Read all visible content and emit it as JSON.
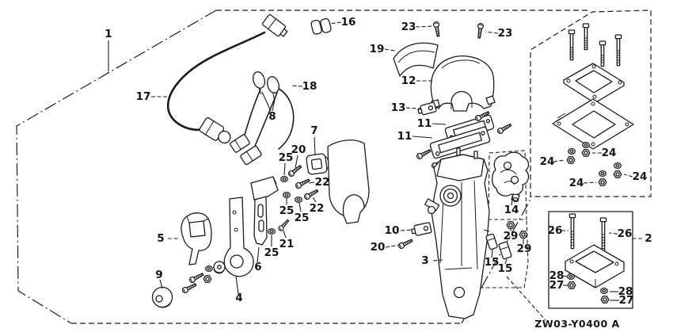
{
  "diagram": {
    "drawing_code": "ZW03-Y0400 A",
    "colors": {
      "line": "#1c1c1c",
      "background": "#ffffff"
    },
    "callouts": [
      {
        "id": "1",
        "text": "1"
      },
      {
        "id": "16",
        "text": "16"
      },
      {
        "id": "23-a",
        "text": "23"
      },
      {
        "id": "23-b",
        "text": "23"
      },
      {
        "id": "19",
        "text": "19"
      },
      {
        "id": "12",
        "text": "12"
      },
      {
        "id": "17",
        "text": "17"
      },
      {
        "id": "18",
        "text": "18"
      },
      {
        "id": "8",
        "text": "8"
      },
      {
        "id": "13",
        "text": "13"
      },
      {
        "id": "11-a",
        "text": "11"
      },
      {
        "id": "11-b",
        "text": "11"
      },
      {
        "id": "7",
        "text": "7"
      },
      {
        "id": "20-a",
        "text": "20"
      },
      {
        "id": "25-a",
        "text": "25"
      },
      {
        "id": "22-a",
        "text": "22"
      },
      {
        "id": "22-b",
        "text": "22"
      },
      {
        "id": "25-b",
        "text": "25"
      },
      {
        "id": "25-c",
        "text": "25"
      },
      {
        "id": "21",
        "text": "21"
      },
      {
        "id": "25-d",
        "text": "25"
      },
      {
        "id": "5",
        "text": "5"
      },
      {
        "id": "9",
        "text": "9"
      },
      {
        "id": "4",
        "text": "4"
      },
      {
        "id": "6",
        "text": "6"
      },
      {
        "id": "10",
        "text": "10"
      },
      {
        "id": "20-b",
        "text": "20"
      },
      {
        "id": "3",
        "text": "3"
      },
      {
        "id": "15-a",
        "text": "15"
      },
      {
        "id": "15-b",
        "text": "15"
      },
      {
        "id": "14",
        "text": "14"
      },
      {
        "id": "29-a",
        "text": "29"
      },
      {
        "id": "29-b",
        "text": "29"
      },
      {
        "id": "24-a",
        "text": "24"
      },
      {
        "id": "24-b",
        "text": "24"
      },
      {
        "id": "24-c",
        "text": "24"
      },
      {
        "id": "24-d",
        "text": "24"
      },
      {
        "id": "26-a",
        "text": "26"
      },
      {
        "id": "26-b",
        "text": "26"
      },
      {
        "id": "2",
        "text": "2"
      },
      {
        "id": "28-a",
        "text": "28"
      },
      {
        "id": "27-a",
        "text": "27"
      },
      {
        "id": "28-b",
        "text": "28"
      },
      {
        "id": "27-b",
        "text": "27"
      }
    ]
  }
}
